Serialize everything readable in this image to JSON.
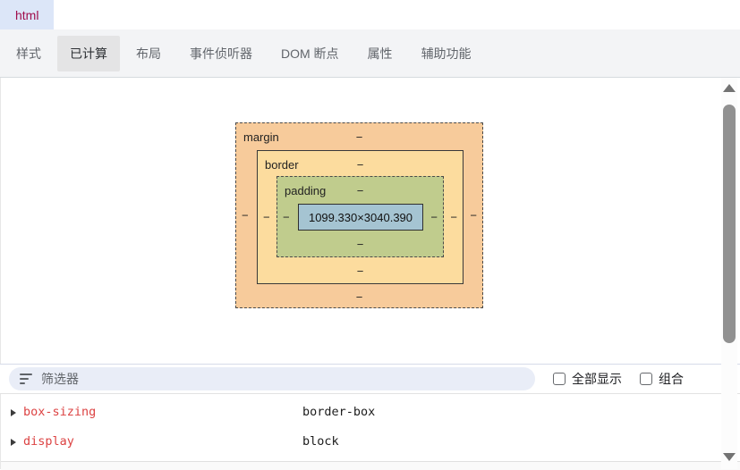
{
  "breadcrumb": {
    "selected_tag": "html"
  },
  "tabs": {
    "items": [
      "样式",
      "已计算",
      "布局",
      "事件侦听器",
      "DOM 断点",
      "属性",
      "辅助功能"
    ],
    "selected": "已计算"
  },
  "box_model": {
    "margin": {
      "label": "margin",
      "top": "−",
      "bottom": "−",
      "left": "−",
      "right": "−"
    },
    "border": {
      "label": "border",
      "top": "−",
      "bottom": "−",
      "left": "−",
      "right": "−"
    },
    "padding": {
      "label": "padding",
      "top": "−",
      "bottom": "−",
      "left": "−",
      "right": "−"
    },
    "content": {
      "value": "1099.330×3040.390"
    }
  },
  "filter": {
    "placeholder": "筛选器",
    "checkboxes": [
      {
        "label": "全部显示",
        "checked": false
      },
      {
        "label": "组合",
        "checked": false
      }
    ]
  },
  "properties": [
    {
      "name": "box-sizing",
      "value": "border-box"
    },
    {
      "name": "display",
      "value": "block"
    }
  ],
  "colors": {
    "margin_box": "#f7cb9b",
    "border_box": "#fcdc9e",
    "padding_box": "#c0cc8d",
    "content_box": "#a5c4d2",
    "tag_text": "#a00e4c",
    "crumb_bg": "#dce6f8",
    "property_name": "#dc4343",
    "selected_tab_bg": "#e4e4e5"
  }
}
